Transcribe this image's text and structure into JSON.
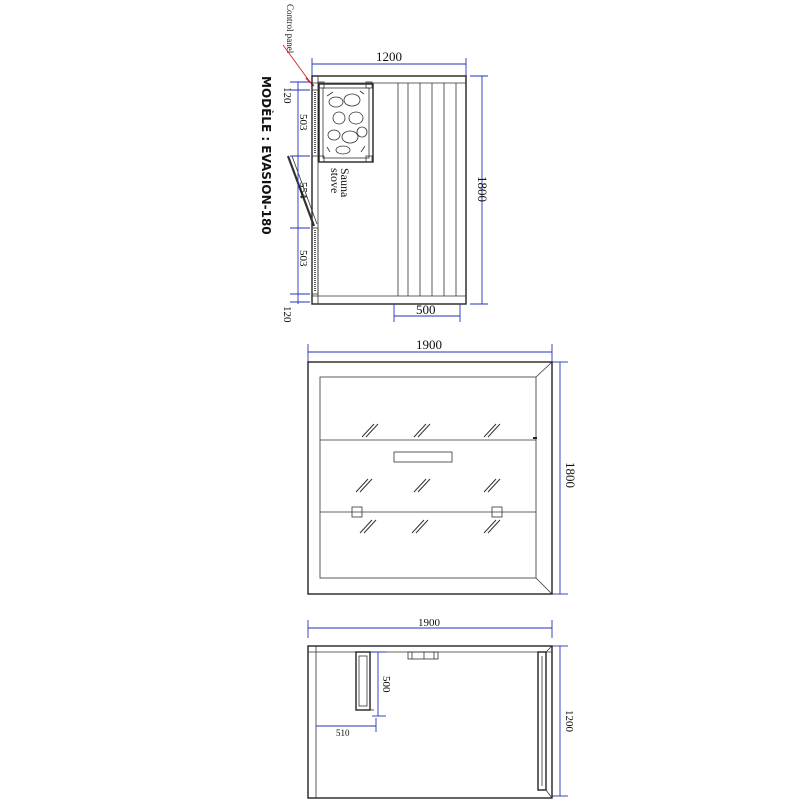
{
  "model": "MODÈLE : EVASION-180",
  "labels": {
    "control_panel": "Control panel",
    "sauna": "Sauna",
    "stove": "stove"
  },
  "top_view": {
    "width": "1200",
    "depth": "1800",
    "door_width": "500",
    "seg_top": "120",
    "seg_1": "503",
    "seg_door": "554",
    "seg_2": "503",
    "seg_bottom": "120"
  },
  "front_view": {
    "width": "1900",
    "height": "1800"
  },
  "side_view": {
    "width": "1900",
    "height": "1200",
    "bench_depth": "500",
    "bench_length": "510"
  },
  "colors": {
    "line": "#222222",
    "dimension": "#2233bb",
    "control_marker": "#cc2222"
  }
}
